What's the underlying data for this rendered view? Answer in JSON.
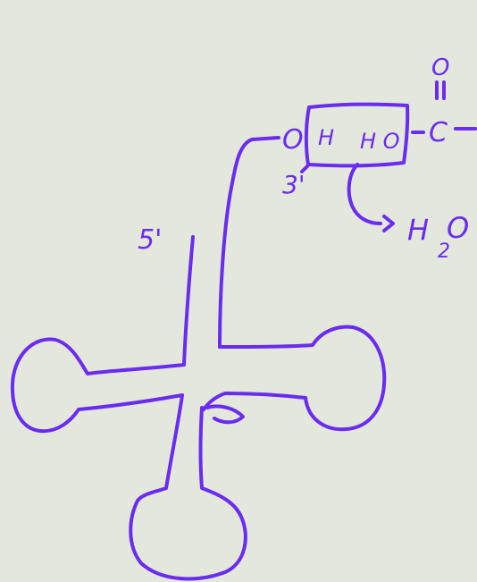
{
  "colors": {
    "background": "#e4e7dc",
    "ink": "#6a2cf0"
  },
  "labels": {
    "five_prime": "5'",
    "three_prime": "3'",
    "oxygen": "O",
    "oh": "H",
    "ho": "H O",
    "carbon": "C",
    "carbonyl_o": "O",
    "water_h": "H",
    "water_sub": "2",
    "water_o": "O"
  }
}
